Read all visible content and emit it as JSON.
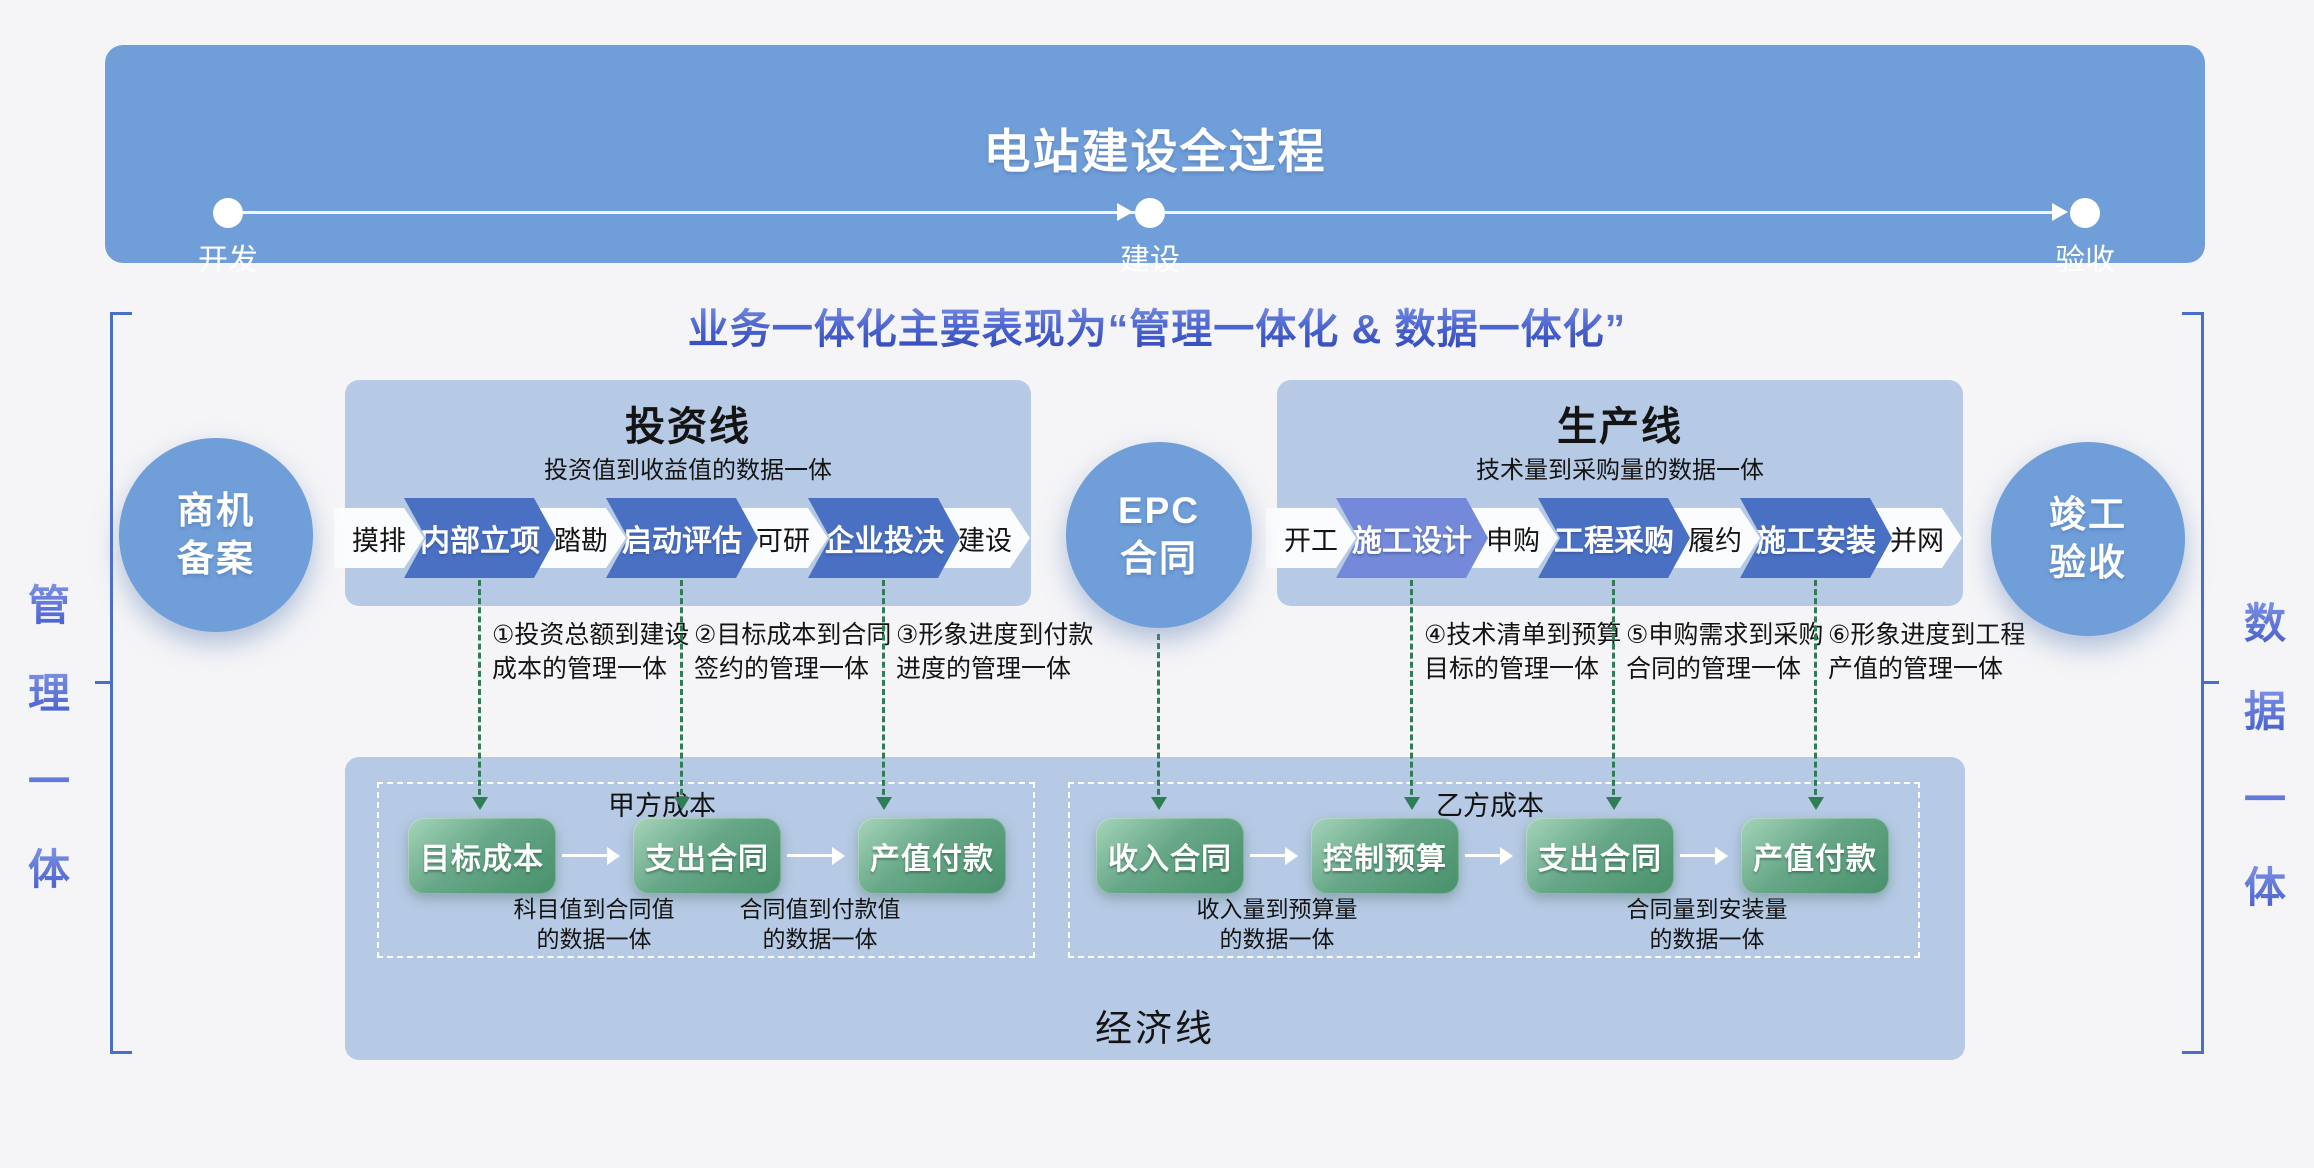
{
  "banner": {
    "title": "电站建设全过程",
    "milestones": [
      {
        "label": "开发"
      },
      {
        "label": "建设"
      },
      {
        "label": "验收"
      }
    ]
  },
  "subtitle": "业务一体化主要表现为“管理一体化 & 数据一体化”",
  "side_labels": {
    "left": [
      "管",
      "理",
      "一",
      "体"
    ],
    "right": [
      "数",
      "据",
      "一",
      "体"
    ]
  },
  "circles": {
    "start": {
      "line1": "商机",
      "line2": "备案"
    },
    "mid": {
      "line1": "EPC",
      "line2": "合同"
    },
    "end": {
      "line1": "竣工",
      "line2": "验收"
    }
  },
  "investment_line": {
    "title": "投资线",
    "subtitle": "投资值到收益值的数据一体",
    "steps": [
      {
        "label": "摸排",
        "type": "plain"
      },
      {
        "label": "内部立项",
        "type": "arrow"
      },
      {
        "label": "踏勘",
        "type": "plain"
      },
      {
        "label": "启动评估",
        "type": "arrow"
      },
      {
        "label": "可研",
        "type": "plain"
      },
      {
        "label": "企业投决",
        "type": "arrow"
      },
      {
        "label": "建设",
        "type": "plain"
      }
    ]
  },
  "production_line": {
    "title": "生产线",
    "subtitle": "技术量到采购量的数据一体",
    "steps": [
      {
        "label": "开工",
        "type": "plain"
      },
      {
        "label": "施工设计",
        "type": "arrow-light"
      },
      {
        "label": "申购",
        "type": "plain"
      },
      {
        "label": "工程采购",
        "type": "arrow"
      },
      {
        "label": "履约",
        "type": "plain"
      },
      {
        "label": "施工安装",
        "type": "arrow"
      },
      {
        "label": "并网",
        "type": "plain"
      }
    ]
  },
  "management_notes": [
    {
      "l1": "①投资总额到建设",
      "l2": "成本的管理一体"
    },
    {
      "l1": "②目标成本到合同",
      "l2": "签约的管理一体"
    },
    {
      "l1": "③形象进度到付款",
      "l2": "进度的管理一体"
    },
    {
      "l1": "④技术清单到预算",
      "l2": "目标的管理一体"
    },
    {
      "l1": "⑤申购需求到采购",
      "l2": "合同的管理一体"
    },
    {
      "l1": "⑥形象进度到工程",
      "l2": "产值的管理一体"
    }
  ],
  "economic_line": {
    "title": "经济线",
    "owner_cost": {
      "label": "甲方成本",
      "boxes": [
        "目标成本",
        "支出合同",
        "产值付款"
      ],
      "notes": [
        {
          "l1": "科目值到合同值",
          "l2": "的数据一体"
        },
        {
          "l1": "合同值到付款值",
          "l2": "的数据一体"
        }
      ]
    },
    "contractor_cost": {
      "label": "乙方成本",
      "boxes": [
        "收入合同",
        "控制预算",
        "支出合同",
        "产值付款"
      ],
      "notes": [
        {
          "l1": "收入量到预算量",
          "l2": "的数据一体"
        },
        {
          "l1": "合同量到安装量",
          "l2": "的数据一体"
        }
      ]
    }
  },
  "colors": {
    "banner_blue": "#6f9ed9",
    "panel_blue": "#b6cae5",
    "chevron_blue": "#4a70c4",
    "chevron_light_blue": "#7489d9",
    "green_arrow": "#2e7d55",
    "green_box_dark": "#48906b",
    "green_box_light": "#a6d4ba",
    "accent_text_blue": "#2e45b5",
    "bracket_blue": "#4a6fc8"
  }
}
